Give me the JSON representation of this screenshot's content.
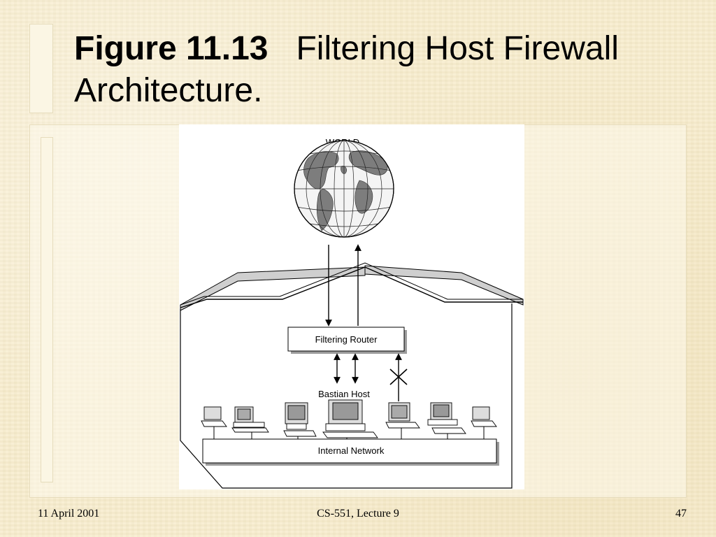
{
  "slide": {
    "title_bold": "Figure 11.13",
    "title_rest": "Filtering Host Firewall Architecture."
  },
  "diagram": {
    "world_label": "WORLD",
    "router_label": "Filtering Router",
    "bastion_label": "Bastian Host",
    "network_label": "Internal Network"
  },
  "footer": {
    "date": "11 April 2001",
    "course": "CS-551, Lecture 9",
    "page": "47"
  }
}
